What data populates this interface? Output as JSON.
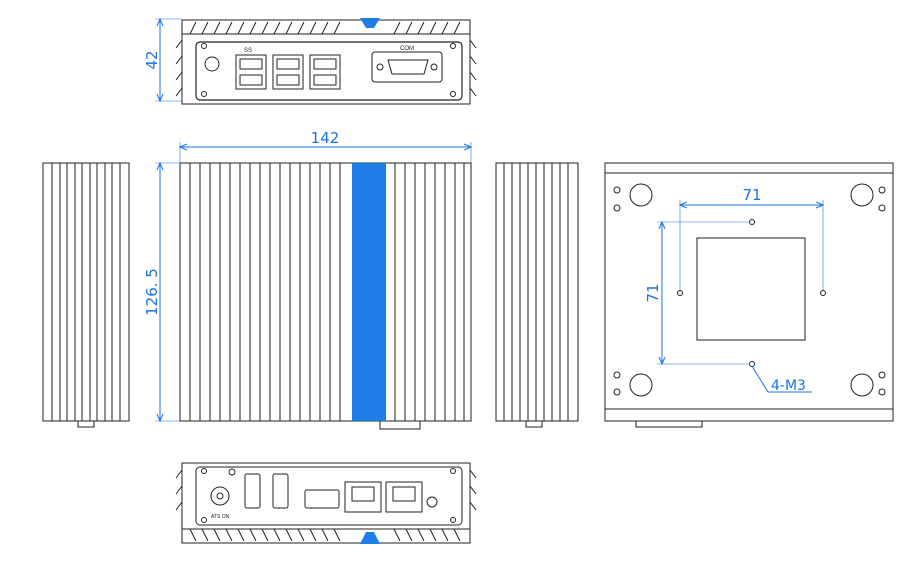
{
  "dimensions": {
    "front_height": "42",
    "top_width": "142",
    "top_depth": "126. 5",
    "bottom_mount_x": "71",
    "bottom_mount_y": "71",
    "bottom_screw": "4-M3"
  },
  "port_labels": {
    "com": "COM",
    "usb3": "SS",
    "ats_on": "ATS ON"
  },
  "colors": {
    "accent_blue": "#1a73e8",
    "heatsink_blue": "#1e7de6",
    "line": "#222222"
  }
}
